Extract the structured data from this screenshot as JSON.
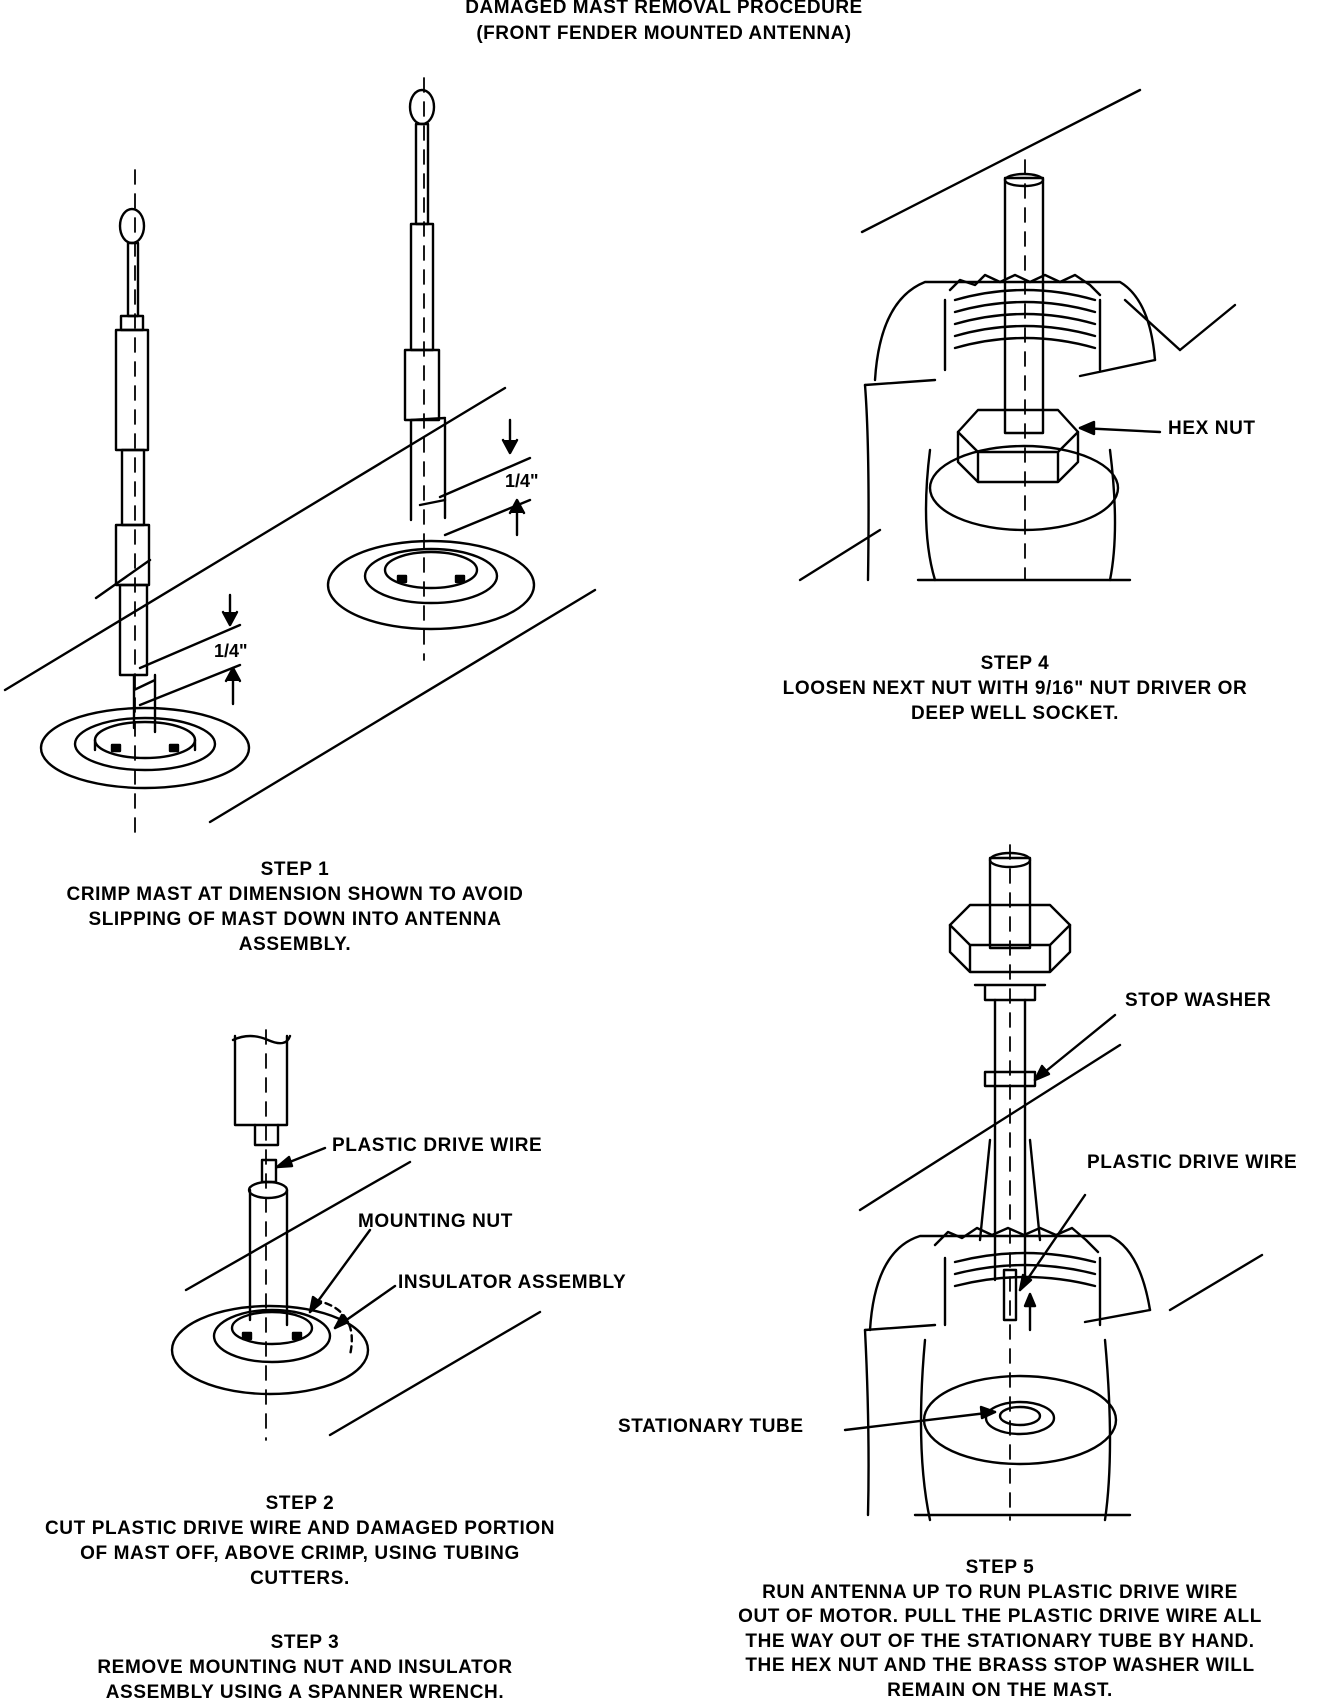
{
  "title": {
    "line1": "DAMAGED MAST REMOVAL PROCEDURE",
    "line2": "(FRONT FENDER MOUNTED ANTENNA)"
  },
  "dimensions": {
    "step1_gap": "1/4\"",
    "step1_gap_b": "1/4\""
  },
  "callouts": {
    "hex_nut": "HEX NUT",
    "plastic_drive_wire_step2": "PLASTIC DRIVE WIRE",
    "mounting_nut": "MOUNTING NUT",
    "insulator_assembly": "INSULATOR ASSEMBLY",
    "stop_washer": "STOP WASHER",
    "plastic_drive_wire_step5": "PLASTIC DRIVE WIRE",
    "stationary_tube": "STATIONARY TUBE"
  },
  "steps": [
    {
      "heading": "STEP 1",
      "lines": [
        "CRIMP MAST AT DIMENSION SHOWN TO AVOID",
        "SLIPPING OF MAST DOWN INTO ANTENNA",
        "ASSEMBLY."
      ]
    },
    {
      "heading": "STEP 2",
      "lines": [
        "CUT PLASTIC DRIVE WIRE AND DAMAGED PORTION",
        "OF MAST OFF, ABOVE CRIMP, USING TUBING",
        "CUTTERS."
      ]
    },
    {
      "heading": "STEP 3",
      "lines": [
        "REMOVE MOUNTING NUT AND INSULATOR",
        "ASSEMBLY USING A SPANNER WRENCH."
      ]
    },
    {
      "heading": "STEP 4",
      "lines": [
        "LOOSEN NEXT NUT WITH 9/16\" NUT DRIVER OR",
        "DEEP WELL SOCKET."
      ]
    },
    {
      "heading": "STEP 5",
      "lines": [
        "RUN ANTENNA UP TO RUN PLASTIC DRIVE WIRE",
        "OUT OF MOTOR. PULL THE PLASTIC DRIVE WIRE ALL",
        "THE WAY OUT OF THE STATIONARY TUBE BY HAND.",
        "THE HEX NUT AND THE BRASS STOP WASHER WILL",
        "REMAIN ON THE MAST."
      ]
    }
  ]
}
